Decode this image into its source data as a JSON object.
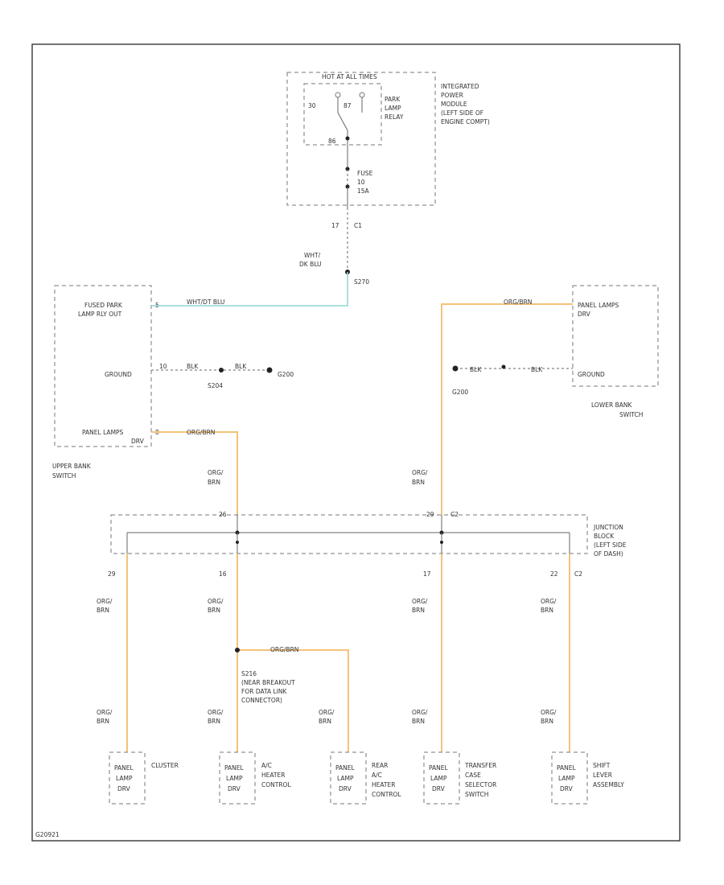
{
  "ipm": {
    "header": "HOT AT ALL TIMES",
    "relay_pin_a": "30",
    "relay_pin_b": "87",
    "relay_pin_c": "86",
    "relay_label": [
      "PARK",
      "LAMP",
      "RELAY"
    ],
    "fuse_label": [
      "FUSE",
      "10",
      "15A"
    ],
    "module_label": [
      "INTEGRATED",
      "POWER",
      "MODULE",
      "(LEFT SIDE OF",
      "ENGINE COMPT)"
    ],
    "conn_pin": "17",
    "conn_id": "C1",
    "wire_color": [
      "WHT/",
      "DK BLU"
    ],
    "splice": "S270"
  },
  "upper_switch": {
    "pins": [
      "FUSED PARK",
      "LAMP RLY OUT",
      "GROUND",
      "PANEL LAMPS",
      "DRV"
    ],
    "pin_numbers": [
      "5",
      "10",
      "8"
    ],
    "fused_wire": "WHT/DT BLU",
    "ground_wire_a": "BLK",
    "ground_wire_b": "BLK",
    "splice_a": "S204",
    "ground_point": "G200",
    "panel_wire": "ORG/BRN",
    "label": [
      "UPPER BANK",
      "SWITCH"
    ]
  },
  "lower_switch": {
    "pins": [
      "PANEL LAMPS",
      "DRV",
      "GROUND"
    ],
    "panel_wire": "ORG/BRN",
    "ground_wire_a": "BLK",
    "ground_wire_b": "BLK",
    "ground_point": "G200",
    "label": [
      "LOWER BANK",
      "SWITCH"
    ]
  },
  "feeds": {
    "left_wire": [
      "ORG/",
      "BRN"
    ],
    "right_wire": [
      "ORG/",
      "BRN"
    ],
    "left_pin": "26",
    "right_pin": "29",
    "conn_id": "C2"
  },
  "junction": {
    "label": [
      "JUNCTION",
      "BLOCK",
      "(LEFT SIDE",
      "OF DASH)"
    ],
    "out_pins": [
      "29",
      "16",
      "17",
      "22"
    ],
    "out_conn": "C2"
  },
  "branch": {
    "wire": "ORG/BRN",
    "splice": "S216",
    "note": [
      "(NEAR BREAKOUT",
      "FOR DATA LINK",
      "CONNECTOR)"
    ]
  },
  "loads": [
    {
      "wire": [
        "ORG/",
        "BRN"
      ],
      "pins": [
        "PANEL",
        "LAMP",
        "DRV"
      ],
      "name": [
        "CLUSTER"
      ]
    },
    {
      "wire": [
        "ORG/",
        "BRN"
      ],
      "pins": [
        "PANEL",
        "LAMP",
        "DRV"
      ],
      "name": [
        "A/C",
        "HEATER",
        "CONTROL"
      ]
    },
    {
      "wire": [
        "ORG/",
        "BRN"
      ],
      "pins": [
        "PANEL",
        "LAMP",
        "DRV"
      ],
      "name": [
        "REAR",
        "A/C",
        "HEATER",
        "CONTROL"
      ]
    },
    {
      "wire": [
        "ORG/",
        "BRN"
      ],
      "pins": [
        "PANEL",
        "LAMP",
        "DRV"
      ],
      "name": [
        "TRANSFER",
        "CASE",
        "SELECTOR",
        "SWITCH"
      ]
    },
    {
      "wire": [
        "ORG/",
        "BRN"
      ],
      "pins": [
        "PANEL",
        "LAMP",
        "DRV"
      ],
      "name": [
        "SHIFT",
        "LEVER",
        "ASSEMBLY"
      ]
    }
  ],
  "wire_legend_upper": [
    "ORG/",
    "BRN"
  ],
  "footer_id": "G20921",
  "colors": {
    "orange_wire": "#f5c27a",
    "blue_wire": "#8fd6d6",
    "frame": "#444444"
  }
}
